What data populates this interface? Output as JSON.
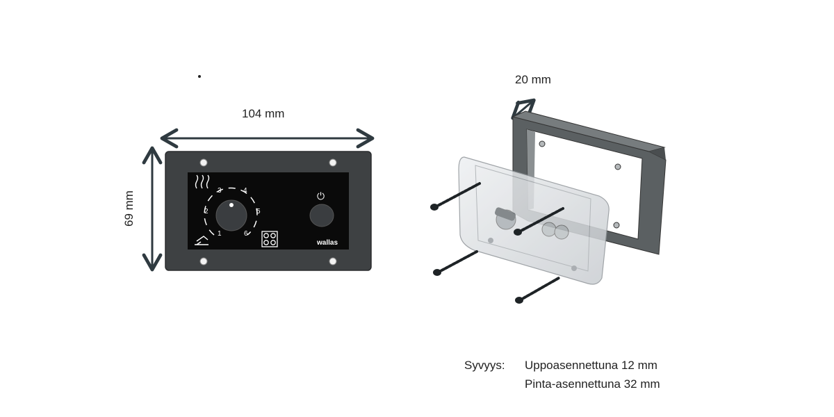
{
  "dimensions": {
    "width": "104 mm",
    "height": "69 mm",
    "frame_depth": "20 mm"
  },
  "panel": {
    "dial_numbers": [
      "1",
      "2",
      "3",
      "4",
      "5",
      "6"
    ],
    "power_symbol": "⏻",
    "brand": "wallas"
  },
  "specs": {
    "label": "Syvyys:",
    "lines": [
      "Uppoasennettuna 12 mm",
      "Pinta-asennettuna 32 mm"
    ]
  },
  "colors": {
    "arrow": "#2f3a40",
    "panel_body": "#3e4143",
    "panel_face": "#0a0a0a",
    "frame": "#555a5c"
  }
}
